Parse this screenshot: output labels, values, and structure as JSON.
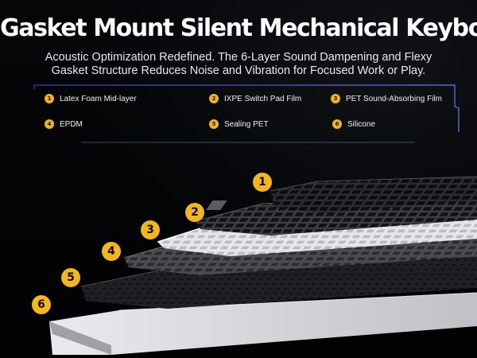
{
  "title": "Gasket Mount Silent Mechanical Keyboard",
  "subtitle": "Acoustic Optimization Redefined. The 6-Layer Sound Dampening and Flexy Gasket Structure Reduces Noise and Vibration for Focused Work or Play.",
  "legend": [
    {
      "num": "1",
      "label": "Latex Foam Mid-layer"
    },
    {
      "num": "2",
      "label": "IXPE Switch Pad Film"
    },
    {
      "num": "3",
      "label": "PET Sound-Absorbing Film"
    },
    {
      "num": "4",
      "label": "EPDM"
    },
    {
      "num": "5",
      "label": "Sealing PET"
    },
    {
      "num": "6",
      "label": "Silicone"
    }
  ],
  "layer_badges": [
    "1",
    "2",
    "3",
    "4",
    "5",
    "6"
  ],
  "colors": {
    "accent": "#f3b61d",
    "frame_glow": "#5a6cff",
    "background": "#030406"
  }
}
